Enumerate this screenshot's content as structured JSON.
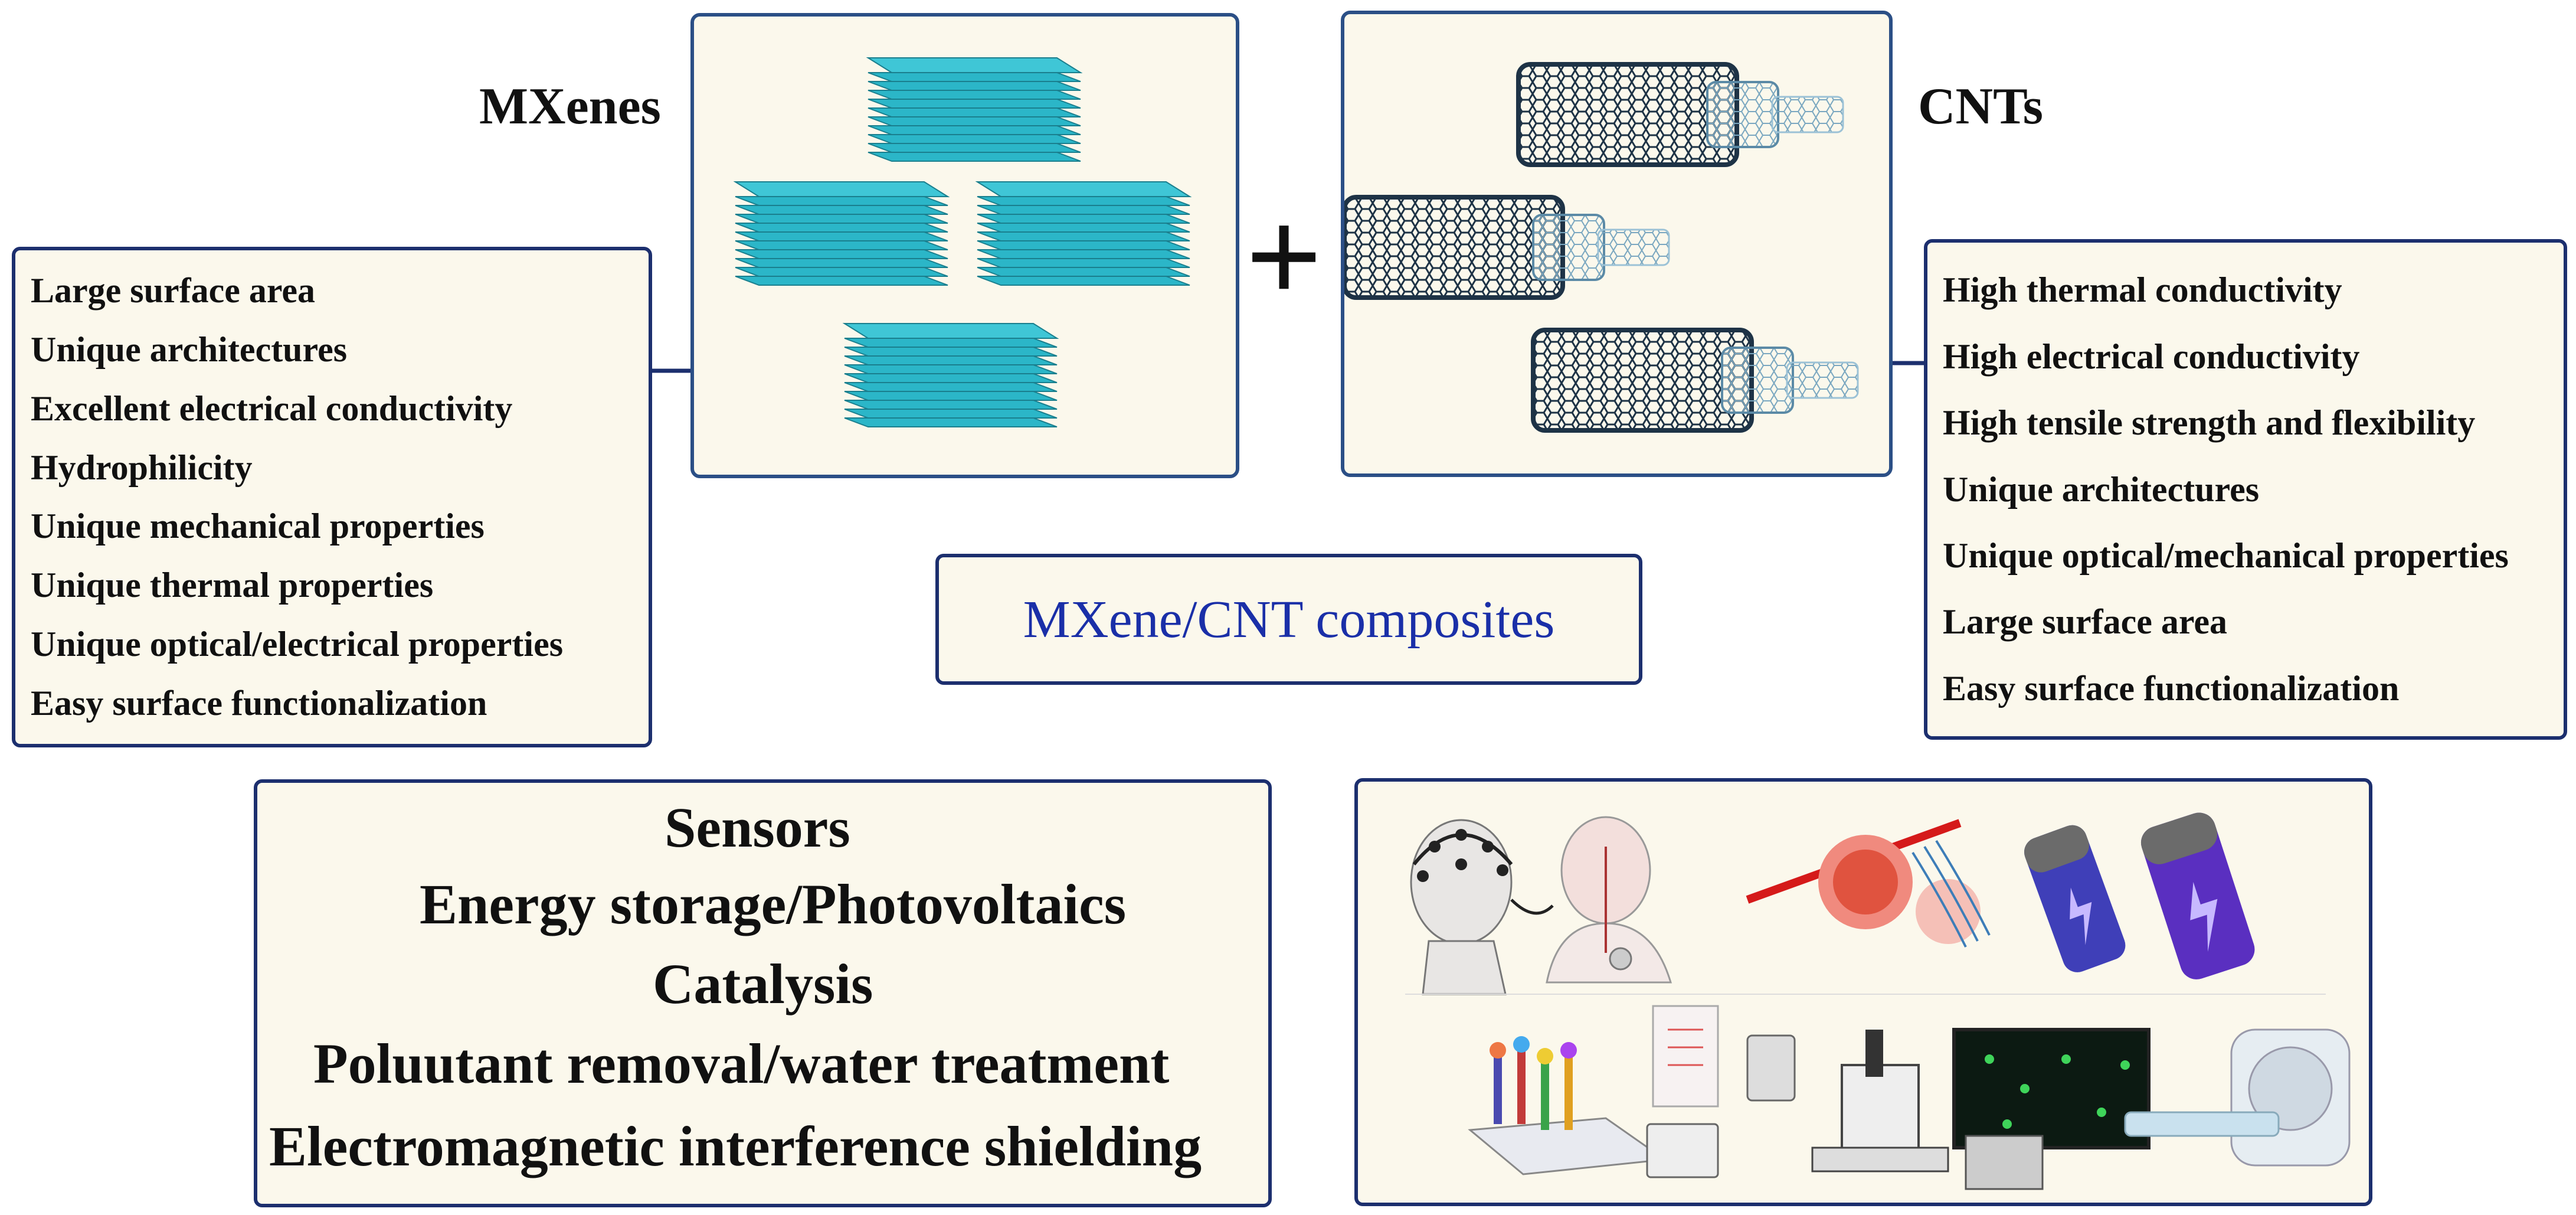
{
  "mxenes": {
    "label": "MXenes",
    "color": "#2bb6c8",
    "properties": [
      "Large surface area",
      "Unique architectures",
      "Excellent electrical conductivity",
      "Hydrophilicity",
      "Unique mechanical properties",
      "Unique thermal properties",
      "Unique optical/electrical properties",
      "Easy surface functionalization"
    ]
  },
  "plus": "+",
  "cnts": {
    "label": "CNTs",
    "properties": [
      "High thermal conductivity",
      "High electrical conductivity",
      "High tensile strength and flexibility",
      "Unique architectures",
      "Unique optical/mechanical properties",
      "Large surface area",
      "Easy surface functionalization"
    ]
  },
  "composite_title": "MXene/CNT composites",
  "applications": [
    "Sensors",
    "Energy storage/Photovoltaics",
    "Catalysis",
    "Poluutant removal/water treatment",
    "Electromagnetic interference shielding"
  ],
  "colors": {
    "border": "#1c2f6e",
    "box_fill": "#fbf8ec",
    "title": "#1a2fa8"
  },
  "illustrations": [
    "mxene-flakes-icon",
    "carbon-nanotube-icon",
    "eeg-cap-icon",
    "tumor-laser-icon",
    "battery-icon",
    "biosensor-icon",
    "microscope-icon",
    "mri-scanner-icon"
  ]
}
